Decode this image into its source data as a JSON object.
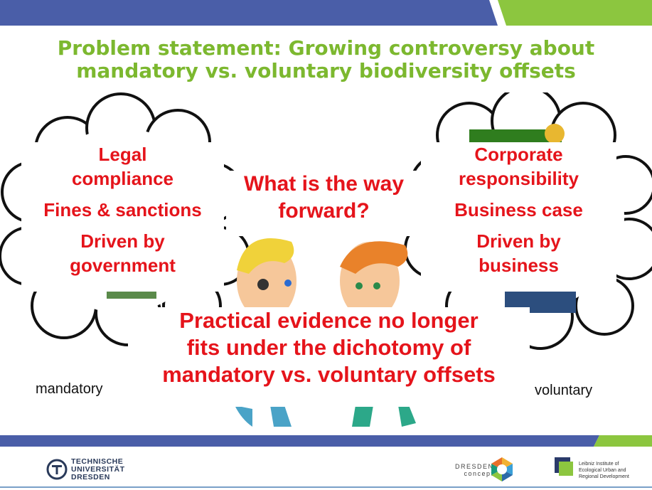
{
  "title": {
    "line1": "Problem statement: Growing controversy about",
    "line2": "mandatory vs. voluntary biodiversity offsets"
  },
  "left_cloud": {
    "lines": [
      "Legal",
      "compliance",
      "Fines & sanctions",
      "Driven by",
      "government"
    ]
  },
  "right_cloud": {
    "lines": [
      "Corporate",
      "responsibility",
      "Business case",
      "Driven by",
      "business"
    ]
  },
  "center_question": {
    "lines": [
      "What is the way",
      "forward?"
    ]
  },
  "bottom_statement": {
    "lines": [
      "Practical evidence no longer",
      "fits under the dichotomy of",
      "mandatory vs. voluntary offsets"
    ]
  },
  "labels": {
    "left": "mandatory",
    "right": "voluntary"
  },
  "footer": {
    "tu_logo_text": [
      "TECHNISCHE",
      "UNIVERSITÄT",
      "DRESDEN"
    ],
    "dresden_concept_text": [
      "DRESDEN",
      "concept"
    ],
    "ioer_text": [
      "Leibniz Institute of",
      "Ecological Urban and",
      "Regional Development"
    ]
  },
  "colors": {
    "title_green": "#7cb82f",
    "statement_red": "#e5141b",
    "header_blue": "#4a5ea8",
    "accent_green": "#8cc63f"
  },
  "icons": [
    "thought-cloud-left",
    "thought-cloud-right",
    "boxer-left",
    "boxer-right",
    "tu-dresden-logo",
    "dresden-concept-logo",
    "ioer-logo"
  ]
}
